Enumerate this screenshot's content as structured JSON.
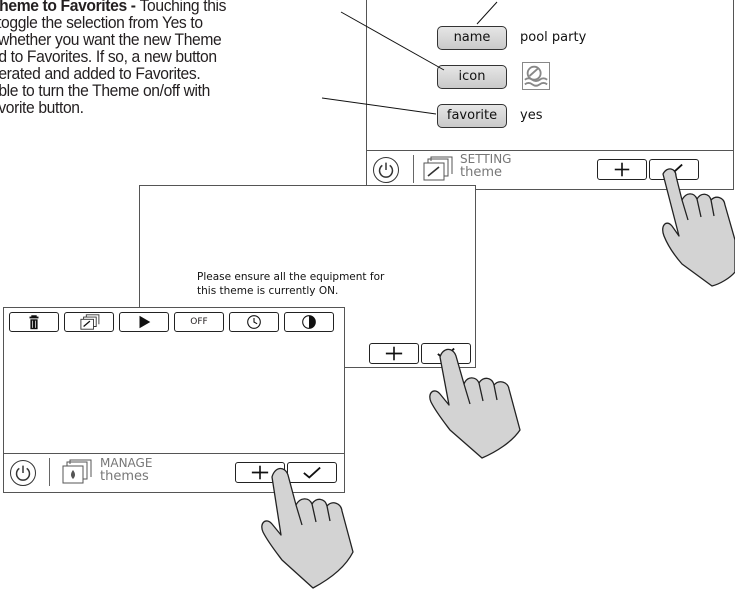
{
  "description": {
    "title": "Theme to Favorites - ",
    "lines": [
      "Touching this",
      "l toggle the selection from Yes to",
      "t whether you want the new Theme",
      "ed to Favorites.  If so, a new button",
      "nerated and added to Favorites.",
      "able to turn the Theme on/off with",
      "avorite button."
    ]
  },
  "setting_screen": {
    "fields": [
      {
        "label": "name",
        "value": "pool party"
      },
      {
        "label": "icon",
        "value": ""
      },
      {
        "label": "favorite",
        "value": "yes"
      }
    ],
    "bar_title_top": "SETTING",
    "bar_title_bottom": "theme"
  },
  "confirm_screen": {
    "message_line1": "Please ensure all the equipment for",
    "message_line2": "this theme is currently ON."
  },
  "manage_screen": {
    "toolbar": [
      {
        "icon": "trash-icon",
        "label": ""
      },
      {
        "icon": "edit-icon",
        "label": ""
      },
      {
        "icon": "play-icon",
        "label": ""
      },
      {
        "icon": "",
        "label": "OFF"
      },
      {
        "icon": "clock-icon",
        "label": ""
      },
      {
        "icon": "half-circle-icon",
        "label": ""
      }
    ],
    "bar_title_top": "MANAGE",
    "bar_title_bottom": "themes"
  },
  "colors": {
    "border": "#555555",
    "button_gradient_top": "#e6e6e6",
    "button_gradient_bottom": "#c9c9c9",
    "hand_fill": "#d3d3d3",
    "bar_text": "#777777"
  }
}
